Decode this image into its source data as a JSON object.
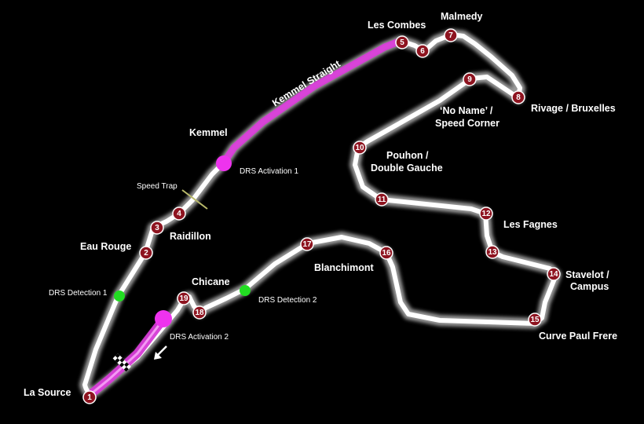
{
  "colors": {
    "background": "#000000",
    "track": "#ffffff",
    "track_glow": "#bdbdbd",
    "drs_zone": "#d63ad6",
    "corner_marker": "#8e1420",
    "drs_detection": "#22dd22",
    "drs_activation": "#ee33ee"
  },
  "corners": [
    {
      "number": "1"
    },
    {
      "number": "2"
    },
    {
      "number": "3"
    },
    {
      "number": "4"
    },
    {
      "number": "5"
    },
    {
      "number": "6"
    },
    {
      "number": "7"
    },
    {
      "number": "8"
    },
    {
      "number": "9"
    },
    {
      "number": "10"
    },
    {
      "number": "11"
    },
    {
      "number": "12"
    },
    {
      "number": "13"
    },
    {
      "number": "14"
    },
    {
      "number": "15"
    },
    {
      "number": "16"
    },
    {
      "number": "17"
    },
    {
      "number": "18"
    },
    {
      "number": "19"
    }
  ],
  "labels": {
    "la_source": "La Source",
    "eau_rouge": "Eau Rouge",
    "raidillon": "Raidillon",
    "kemmel": "Kemmel",
    "kemmel_straight": "Kemmel Straight",
    "les_combes": "Les Combes",
    "malmedy": "Malmedy",
    "rivage": "Rivage / Bruxelles",
    "no_name_1": "‘No Name’ /",
    "no_name_2": "Speed Corner",
    "pouhon_1": "Pouhon /",
    "pouhon_2": "Double Gauche",
    "les_fagnes": "Les Fagnes",
    "stavelot_1": "Stavelot /",
    "stavelot_2": "Campus",
    "curve_paul_frere": "Curve Paul Frere",
    "blanchimont": "Blanchimont",
    "chicane": "Chicane",
    "speed_trap": "Speed Trap",
    "drs_detection_1": "DRS Detection 1",
    "drs_detection_2": "DRS Detection 2",
    "drs_activation_1": "DRS Activation 1",
    "drs_activation_2": "DRS Activation 2"
  }
}
